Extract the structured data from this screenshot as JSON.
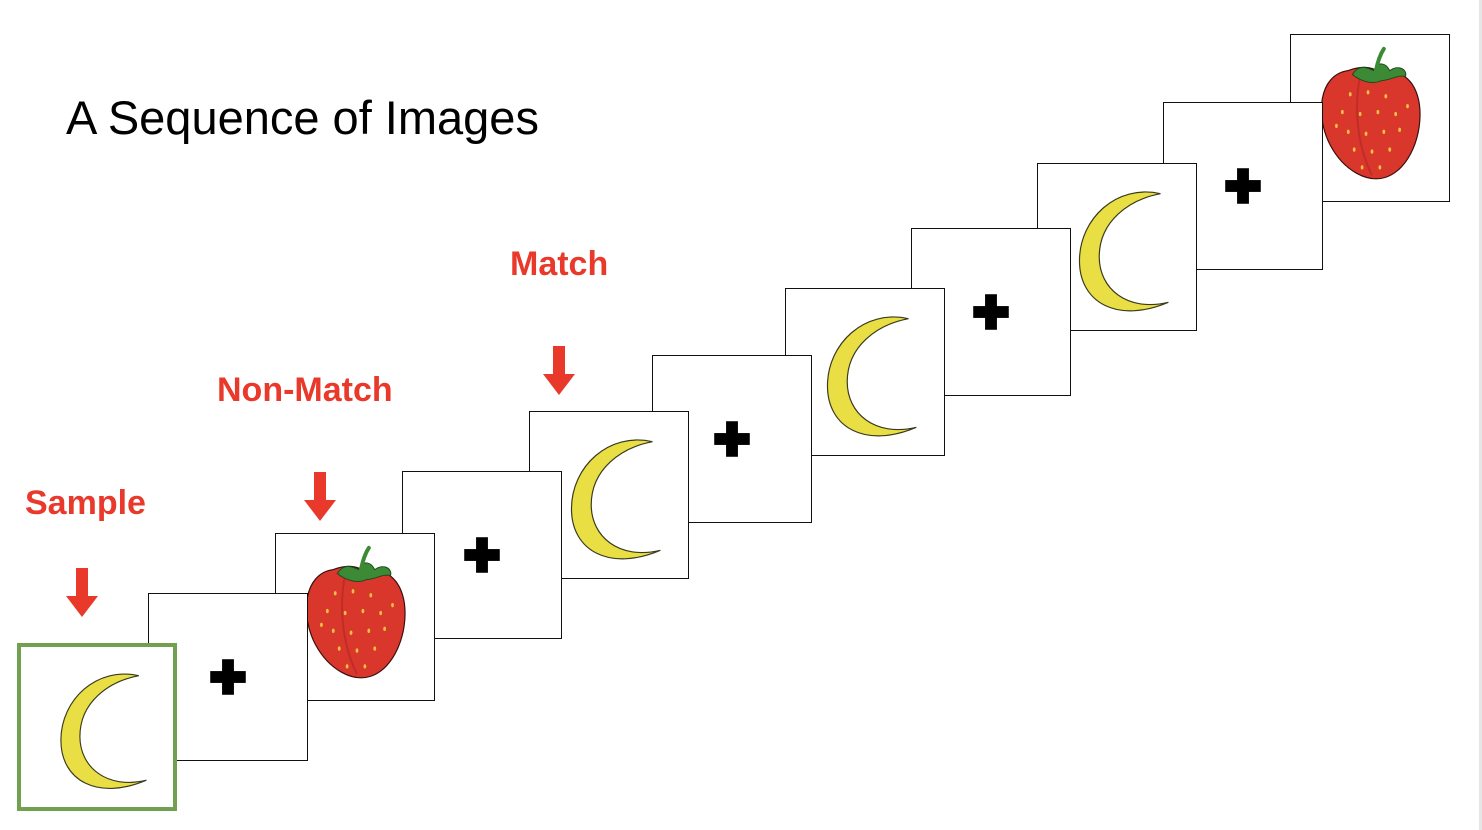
{
  "slide": {
    "title": "A Sequence of Images"
  },
  "labels": {
    "sample": "Sample",
    "non_match": "Non-Match",
    "match": "Match"
  },
  "colors": {
    "label": "#e8392b",
    "arrow": "#e8392b",
    "sample_border": "#70a050",
    "moon": "#e9df45",
    "strawberry": "#d9362c",
    "leaves": "#3c8a35",
    "fixation": "#000000"
  },
  "sequence": [
    {
      "image": "moon-icon"
    },
    {
      "image": "fixation-cross-icon"
    },
    {
      "image": "strawberry-icon"
    },
    {
      "image": "fixation-cross-icon"
    },
    {
      "image": "moon-icon"
    },
    {
      "image": "fixation-cross-icon"
    },
    {
      "image": "moon-icon"
    },
    {
      "image": "fixation-cross-icon"
    },
    {
      "image": "moon-icon"
    },
    {
      "image": "fixation-cross-icon"
    },
    {
      "image": "strawberry-icon"
    }
  ]
}
